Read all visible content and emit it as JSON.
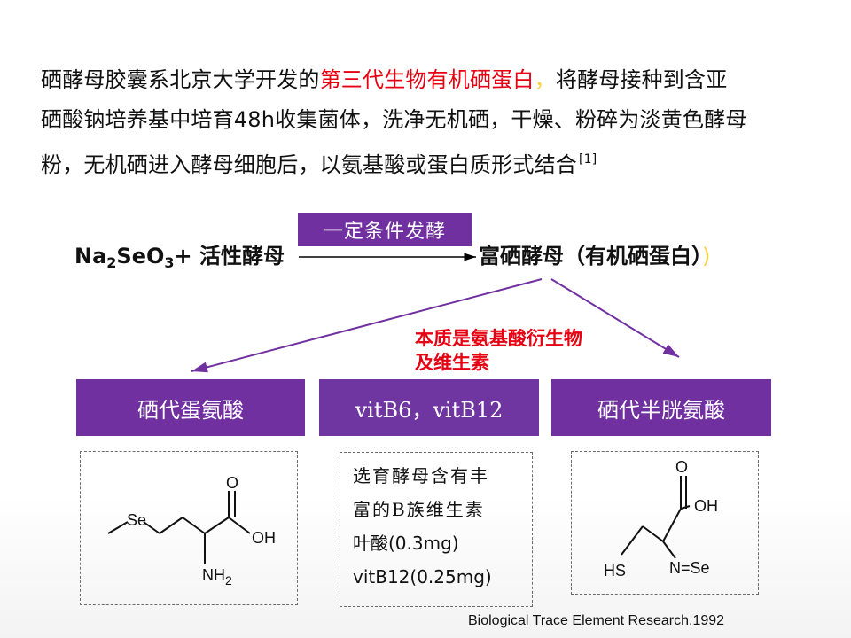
{
  "intro": {
    "line1_pre": "硒酵母胶囊系北京大学开发的",
    "line1_highlight": "第三代生物有机硒蛋白",
    "line1_yellow": "，",
    "line1_post": "将酵母接种到含亚",
    "line2": "硒酸钠培养基中培育48h收集菌体，洗净无机硒，干燥、粉碎为淡黄色酵母",
    "line3": "粉，无机硒进入酵母细胞后，以氨基酸或蛋白质形式结合",
    "citation": "[1]"
  },
  "reaction": {
    "reactant_prefix": "Na",
    "reactant_sub1": "2",
    "reactant_mid": "SeO",
    "reactant_sub2": "3",
    "reactant_suffix": "+ 活性酵母",
    "condition": "一定条件发酵",
    "product": "富硒酵母（有机硒蛋白）",
    "product_extra": ")"
  },
  "note": {
    "line1": "本质是氨基酸衍生物",
    "line2": "及维生素"
  },
  "compounds": [
    {
      "name": "硒代蛋氨酸"
    },
    {
      "name": "vitB6，vitB12"
    },
    {
      "name": "硒代半胱氨酸"
    }
  ],
  "vitamin_box": {
    "line1": "选育酵母含有丰",
    "line2": "富的B族维生素",
    "line3": "叶酸(0.3mg)",
    "line4": "vitB12(0.25mg)"
  },
  "molecule1": {
    "se": "Se",
    "o": "O",
    "oh": "OH",
    "nh2": "NH",
    "nh2_sub": "2"
  },
  "molecule2": {
    "oh": "OH",
    "o": "O",
    "hs": "HS",
    "nse": "N=Se"
  },
  "reference": {
    "text": "Biological Trace Element Research.1992"
  },
  "colors": {
    "purple": "#7030a0",
    "red": "#e60012",
    "yellow": "#ffd23f"
  }
}
